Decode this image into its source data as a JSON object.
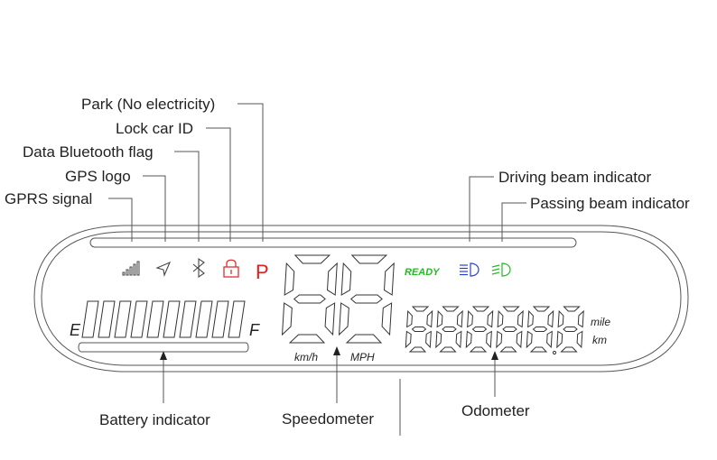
{
  "labels": {
    "park": "Park (No electricity)",
    "lock": "Lock car ID",
    "bluetooth": "Data Bluetooth flag",
    "gps": "GPS logo",
    "gprs": "GPRS signal",
    "driving_beam": "Driving beam indicator",
    "passing_beam": "Passing beam indicator",
    "battery": "Battery indicator",
    "speedometer": "Speedometer",
    "odometer": "Odometer"
  },
  "display": {
    "park_letter": "P",
    "ready_text": "READY",
    "speed_unit_kmh": "km/h",
    "speed_unit_mph": "MPH",
    "battery_empty": "E",
    "battery_full": "F",
    "odo_unit_mile": "mile",
    "odo_unit_km": "km"
  },
  "colors": {
    "park": "#e02020",
    "lock": "#e03030",
    "ready": "#22bb22",
    "driving_beam": "#2a3fd0",
    "passing_beam": "#22bb22"
  },
  "icons": [
    "signal-bars-icon",
    "gps-arrow-icon",
    "bluetooth-icon",
    "lock-icon",
    "driving-beam-icon",
    "passing-beam-icon"
  ]
}
